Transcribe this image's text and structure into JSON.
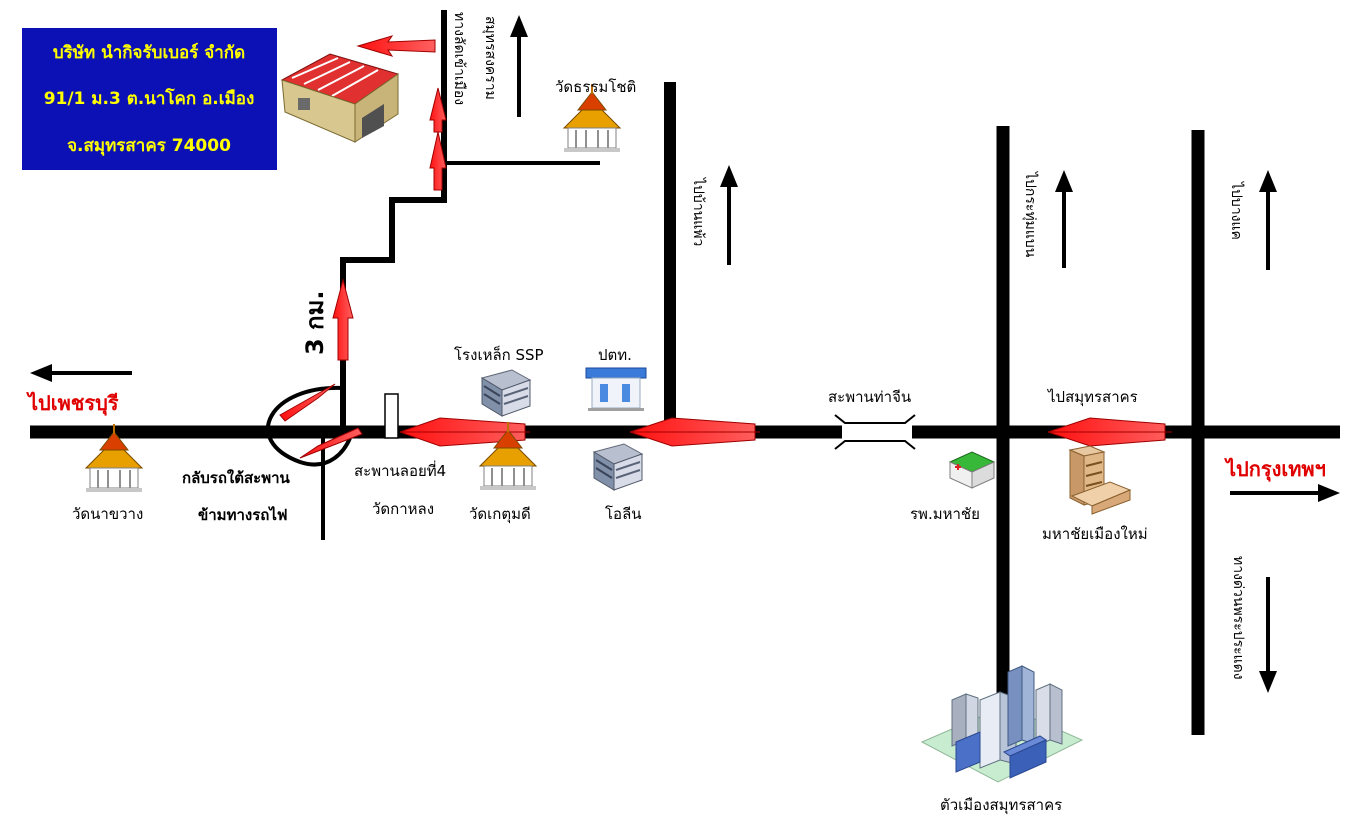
{
  "company": {
    "name": "บริษัท นำกิจรับเบอร์ จำกัด",
    "address_line": "91/1 ม.3 ต.นาโคก อ.เมือง",
    "province_line": "จ.สมุทรสาคร 74000"
  },
  "directions": {
    "to_phetchaburi": "ไปเพชรบุรี",
    "to_bangkok": "ไปกรุงเทพฯ",
    "to_samut_sakhon": "ไปสมุทรสาคร",
    "to_ban_phaeo": "ไปบ้านแพ้ว",
    "to_krathum_baen": "ไปกระทุ่มแบน",
    "to_bang_khae": "ไปบางแค",
    "to_phra_pradaeng": "ทางด่วนพระประแดง",
    "to_samut_songkhram": "สมุทรสงคราม",
    "city_bypass": "ทางลัดเข้าเมือง"
  },
  "distance": "3 กม.",
  "landmarks": {
    "wat_thammachot": "วัดธรรมโชติ",
    "steel_ssp": "โรงเหล็ก SSP",
    "ptt": "ปตท.",
    "tha_chin_bridge": "สะพานท่าจีน",
    "wat_na_khwang": "วัดนาขวาง",
    "u_turn_line1": "กลับรถใต้สะพาน",
    "u_turn_line2": "ข้ามทางรถไฟ",
    "flyover_4": "สะพานลอยที่4",
    "wat_kalong": "วัดกาหลง",
    "wat_ket_tumadi": "วัดเกตุมดี",
    "olean": "โอลีน",
    "mahachai_hospital": "รพ.มหาชัย",
    "mahachai_muang_mai": "มหาชัยเมืองใหม่",
    "city_center": "ตัวเมืองสมุทรสาคร"
  },
  "colors": {
    "road": "#000000",
    "route_arrow": "#ff1a1a",
    "company_box": "#0b11b4",
    "company_text": "#ffff00",
    "direction_red": "#e00000"
  },
  "icons": {
    "factory": "factory-icon",
    "temple": "temple-icon",
    "building": "office-building-icon",
    "gas_station": "gas-station-icon",
    "hospital": "hospital-icon",
    "city": "city-skyline-icon"
  }
}
